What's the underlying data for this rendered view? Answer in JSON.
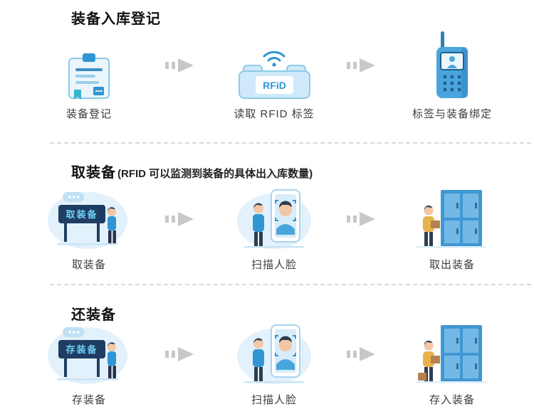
{
  "page": {
    "background": "#ffffff"
  },
  "sections": [
    {
      "title": "装备入库登记",
      "subtitle": "",
      "steps": [
        {
          "label": "装备登记",
          "icon": "clipboard-icon"
        },
        {
          "label": "读取 RFID 标签",
          "icon": "rfid-reader-icon"
        },
        {
          "label": "标签与装备绑定",
          "icon": "handheld-radio-icon"
        }
      ]
    },
    {
      "title": "取装备",
      "subtitle": "(RFID 可以监测到装备的具体出入库数量)",
      "steps": [
        {
          "label": "取装备",
          "sign_text": "取装备",
          "icon": "signboard-person-icon"
        },
        {
          "label": "扫描人脸",
          "icon": "face-scan-icon"
        },
        {
          "label": "取出装备",
          "icon": "locker-person-icon"
        }
      ]
    },
    {
      "title": "还装备",
      "subtitle": "",
      "steps": [
        {
          "label": "存装备",
          "sign_text": "存装备",
          "icon": "signboard-person-icon"
        },
        {
          "label": "扫描人脸",
          "icon": "face-scan-icon"
        },
        {
          "label": "存入装备",
          "icon": "locker-person-icon"
        }
      ]
    }
  ],
  "icons": {
    "rfid_card_label": "RFiD"
  },
  "colors": {
    "accent_blue": "#2f96d3",
    "light_blue": "#d9ecfa",
    "blob_blue": "#e2f1fb",
    "navy": "#1f3d63",
    "arrow_gray": "#c8c8c8",
    "divider_gray": "#d8d8d8"
  }
}
